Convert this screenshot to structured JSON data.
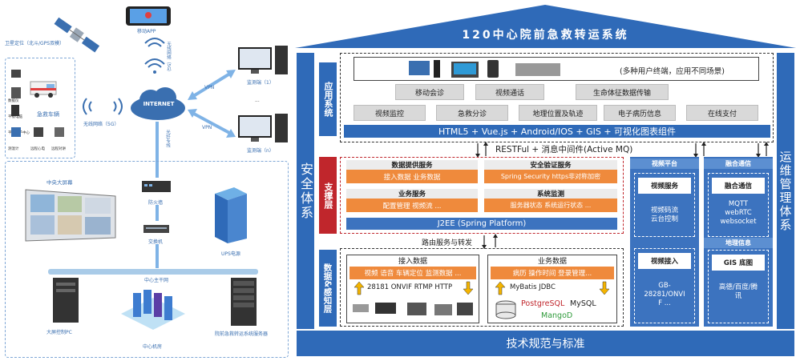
{
  "left": {
    "satellite_label": "卫星定位（北斗/GPS双模）",
    "mobile_app_label": "移动APP",
    "wireless_label": "无线网络（5G）",
    "internet_label": "INTERNET",
    "vpn_top": "VPN",
    "vpn_bottom": "VPN",
    "monitor1_label": "监测端（1）",
    "monitor_dots": "...",
    "monitorn_label": "监测端（n）",
    "fiber_label": "光纤专线",
    "ambulance_label": "急救车辆",
    "wireless_5g_label": "无线网络（5G）",
    "ambulance_devices": [
      "数据仪",
      "平板电脑",
      "平板电子中心",
      "测温计",
      "远程心电",
      "远程对讲"
    ],
    "big_screen_label": "中央大屏幕",
    "firewall_label": "防火墙",
    "switch_label": "交换机",
    "ups_label": "UPS电源",
    "backbone_label": "中心主干网",
    "pc_label": "大屏控制PC",
    "server_label": "院前急救转运系统服务器",
    "room_label": "中心机房"
  },
  "arch": {
    "title": "120中心院前急救转运系统",
    "left_side": "安全体系",
    "right_side": "运维管理体系",
    "bottom": "技术规范与标准",
    "app_layer": {
      "tab": "应用系统",
      "terminals_text": "(多种用户终端，应用不同场景)",
      "row1": [
        "移动会诊",
        "视频通话",
        "生命体征数据传输"
      ],
      "row2": [
        "视频监控",
        "急救分诊",
        "地理位置及轨迹",
        "电子病历信息",
        "在线支付"
      ],
      "bar": "HTML5 + Vue.js + Android/IOS + GIS + 可视化图表组件"
    },
    "middleware": "RESTFul + 消息中间件(Active MQ)",
    "support_layer": {
      "tab": "支撑层",
      "boxes": [
        {
          "title": "数据提供服务",
          "content": "接入数据 业务数据"
        },
        {
          "title": "安全验证服务",
          "content": "Spring Security https非对称加密"
        },
        {
          "title": "业务服务",
          "content": "配置管理 视频流 ..."
        },
        {
          "title": "系统监测",
          "content": "服务器状态 系统运行状态 ..."
        }
      ],
      "bar": "J2EE    (Spring Platform)"
    },
    "routing": "路由服务与转发",
    "data_layer": {
      "tab": "数据&感知层",
      "access": {
        "title": "接入数据",
        "content": "视频 语音 车辆定位 监测数据 ...",
        "protocols": "28181 ONVIF  RTMP HTTP"
      },
      "business": {
        "title": "业务数据",
        "content": "病历 操作时间 登录管理...",
        "frameworks": "MyBatis  JDBC",
        "db1": "PostgreSQL",
        "db2": "MySQL",
        "db3": "MangoD"
      }
    },
    "video_col": {
      "head": "视频平台",
      "box1": "视频服务",
      "text1": "视频码流\n云台控制",
      "box2": "视频接入",
      "text2": "GB-\n28281/ONVI\nF ..."
    },
    "fusion_col": {
      "head": "融合通信",
      "box1": "融合通信",
      "text1": "MQTT\nwebRTC\nwebsocket",
      "head2": "地理信息",
      "box2": "GIS 底图",
      "text2": "高德/百度/腾\n讯"
    }
  },
  "colors": {
    "primary_blue": "#2f6ab8",
    "accent_red": "#c0262c",
    "accent_orange": "#ef8a3c"
  }
}
